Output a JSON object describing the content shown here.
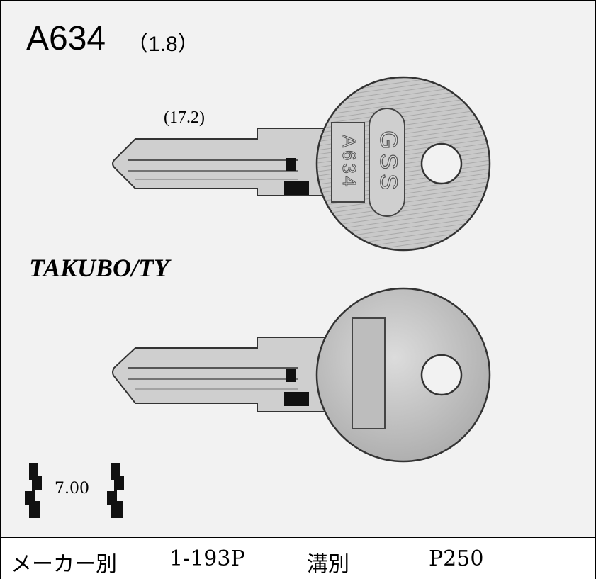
{
  "header": {
    "model": "A634",
    "thickness": "（1.8）"
  },
  "blade_length": "(17.2)",
  "brand": "TAKUBO/TY",
  "key_stamp": {
    "logo": "GSS",
    "code": "A634"
  },
  "width_value": "7.00",
  "footer": {
    "maker_label": "メーカー別",
    "maker_value": "1-193P",
    "groove_label": "溝別",
    "groove_value": "P250"
  },
  "colors": {
    "background": "#f2f2f2",
    "key_metal": "#c8c8c8",
    "key_dark": "#7a7a7a",
    "ink": "#000000"
  }
}
